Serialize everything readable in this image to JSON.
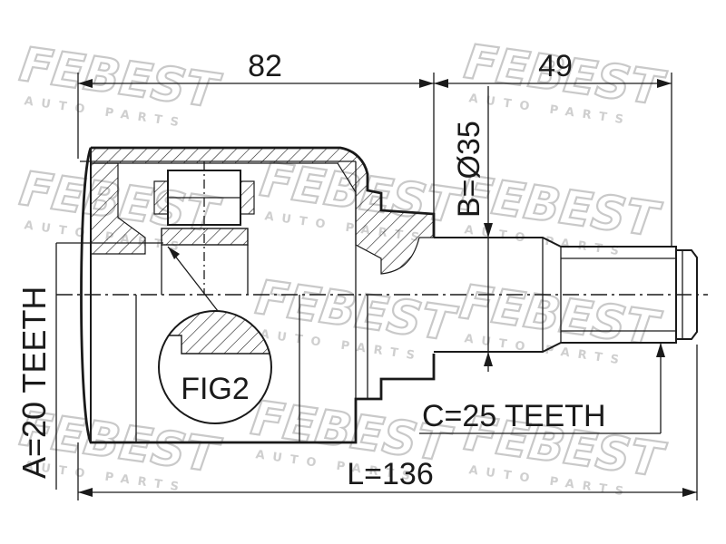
{
  "watermark": {
    "brand": "FEBEST",
    "tagline": "AUTO PARTS"
  },
  "dimensions": {
    "housing_length": "82",
    "shaft_length": "49",
    "shaft_diameter": "B=Ø35",
    "outer_spline": "A=20 TEETH",
    "inner_spline": "C=25 TEETH",
    "total_length": "L=136"
  },
  "detail": {
    "label": "FIG2"
  }
}
